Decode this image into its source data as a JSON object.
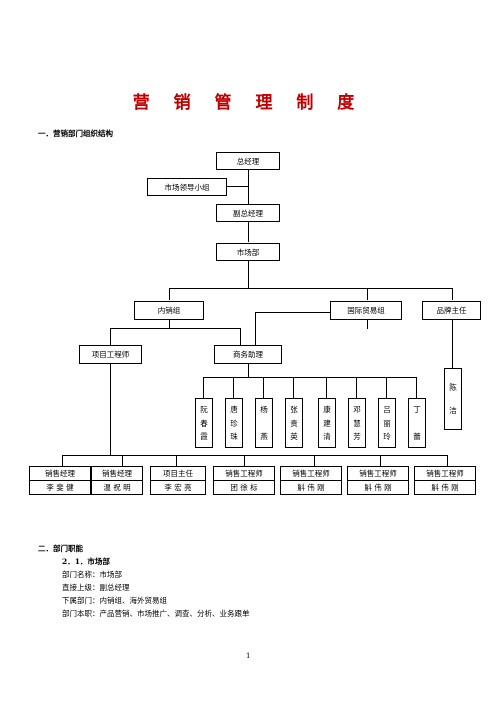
{
  "title": "营 销 管 理 制 度",
  "section1": "一．营销部门组织结构",
  "chart": {
    "gm": "总经理",
    "leader_group": "市场领导小组",
    "deputy_gm": "副总经理",
    "market_dept": "市场部",
    "domestic": "内销组",
    "intl_trade": "国际贸易组",
    "brand_director": "品牌主任",
    "project_engineer": "项目工程师",
    "business_assistant": "商务助理",
    "brand_person": [
      "陈",
      "洁"
    ],
    "assistants": [
      [
        "阮",
        "春",
        "霞"
      ],
      [
        "唐",
        "珍",
        "珠"
      ],
      [
        "杨",
        "",
        "燕"
      ],
      [
        "张",
        "贵",
        "英"
      ],
      [
        "康",
        "建",
        "清"
      ],
      [
        "邓",
        "慧",
        "芳"
      ],
      [
        "吕",
        "丽",
        "玲"
      ],
      [
        "丁",
        "",
        "蕾"
      ]
    ],
    "bottom": [
      {
        "role": "销售经理",
        "name": "李 斐 健"
      },
      {
        "role": "销售经理",
        "name": "温 祝 明"
      },
      {
        "role": "项目主任",
        "name": "李 宏 亮"
      },
      {
        "role": "销售工程师",
        "name": "团 徐 标"
      },
      {
        "role": "销售工程师",
        "name": "斛 伟 刚"
      },
      {
        "role": "销售工程师",
        "name": "斛 伟 刚"
      },
      {
        "role": "销售工程师",
        "name": "斛 伟 刚"
      }
    ]
  },
  "section2": "二．部门职能",
  "sub21": "2．1．市场部",
  "dept_name": "部门名称：市场部",
  "direct_superior": "直接上级：副总经理",
  "sub_depts": "下属部门：内销组、海外贸易组",
  "duties": "部门本职：产品营销、市场推广、调查、分析、业务跟单",
  "page_number": "1"
}
